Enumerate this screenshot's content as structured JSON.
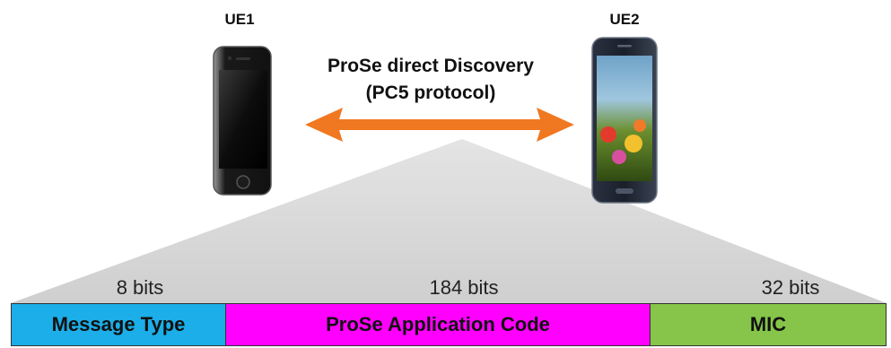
{
  "diagram": {
    "ue1_label": "UE1",
    "ue2_label": "UE2",
    "link_title_line1": "ProSe direct Discovery",
    "link_title_line2": "(PC5 protocol)",
    "arrow_color": "#F07820",
    "cone_color": "#D8D8D8",
    "fields": [
      {
        "name": "Message Type",
        "bits": "8 bits",
        "color": "#1BAEE8"
      },
      {
        "name": "ProSe Application Code",
        "bits": "184 bits",
        "color": "#FF00FF"
      },
      {
        "name": "MIC",
        "bits": "32 bits",
        "color": "#86C54A"
      }
    ]
  }
}
